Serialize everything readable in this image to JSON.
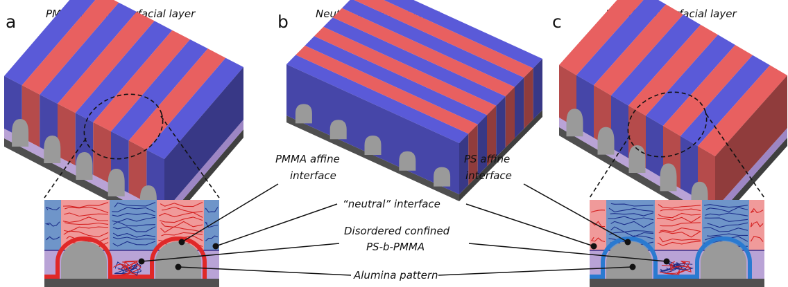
{
  "panels": [
    {
      "letter": "a",
      "title": "PMMA affine interfacial layer"
    },
    {
      "letter": "b",
      "title": "Neutral interfacial layer"
    },
    {
      "letter": "c",
      "title": "PS affine interfacial layer"
    }
  ],
  "annotations": {
    "pmma_interface_line1": "PMMA affine",
    "pmma_interface_line2": "interface",
    "ps_interface_line1": "PS affine",
    "ps_interface_line2": "interface",
    "neutral_interface": "“neutral” interface",
    "disordered_line1": "Disordered confined",
    "disordered_line2": "PS-b-PMMA",
    "alumina": "Alumina pattern"
  },
  "colors": {
    "ps_blue": "#5a5ad8",
    "pmma_red": "#e86060",
    "alumina_gray": "#9a9a9a",
    "substrate_dark": "#555555",
    "neutral_layer": "#b9a3d6"
  }
}
